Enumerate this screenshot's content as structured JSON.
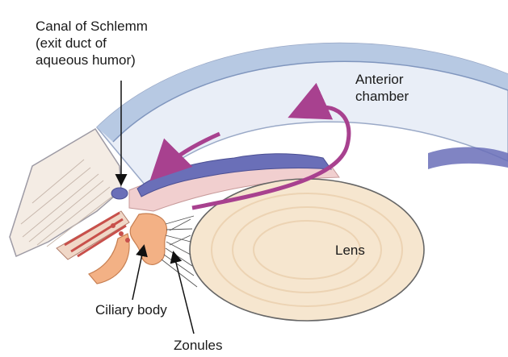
{
  "labels": {
    "canal": [
      "Canal of Schlemm",
      "(exit duct of",
      "aqueous humor)"
    ],
    "anterior": [
      "Anterior",
      "chamber"
    ],
    "lens": "Lens",
    "ciliary": "Ciliary body",
    "zonules": "Zonules"
  },
  "colors": {
    "cornea_outer": "#b7c9e3",
    "cornea_inner": "#e9eef7",
    "iris_purple": "#6a6fb8",
    "iris_pink": "#f1cfcf",
    "lens_fill": "#f6e6cf",
    "lens_rings": "#ecd3b3",
    "sclera_fill": "#f4ece4",
    "ciliary_fill": "#f3b185",
    "muscle_red": "#c8504b",
    "flow_arrow": "#a8418f"
  }
}
